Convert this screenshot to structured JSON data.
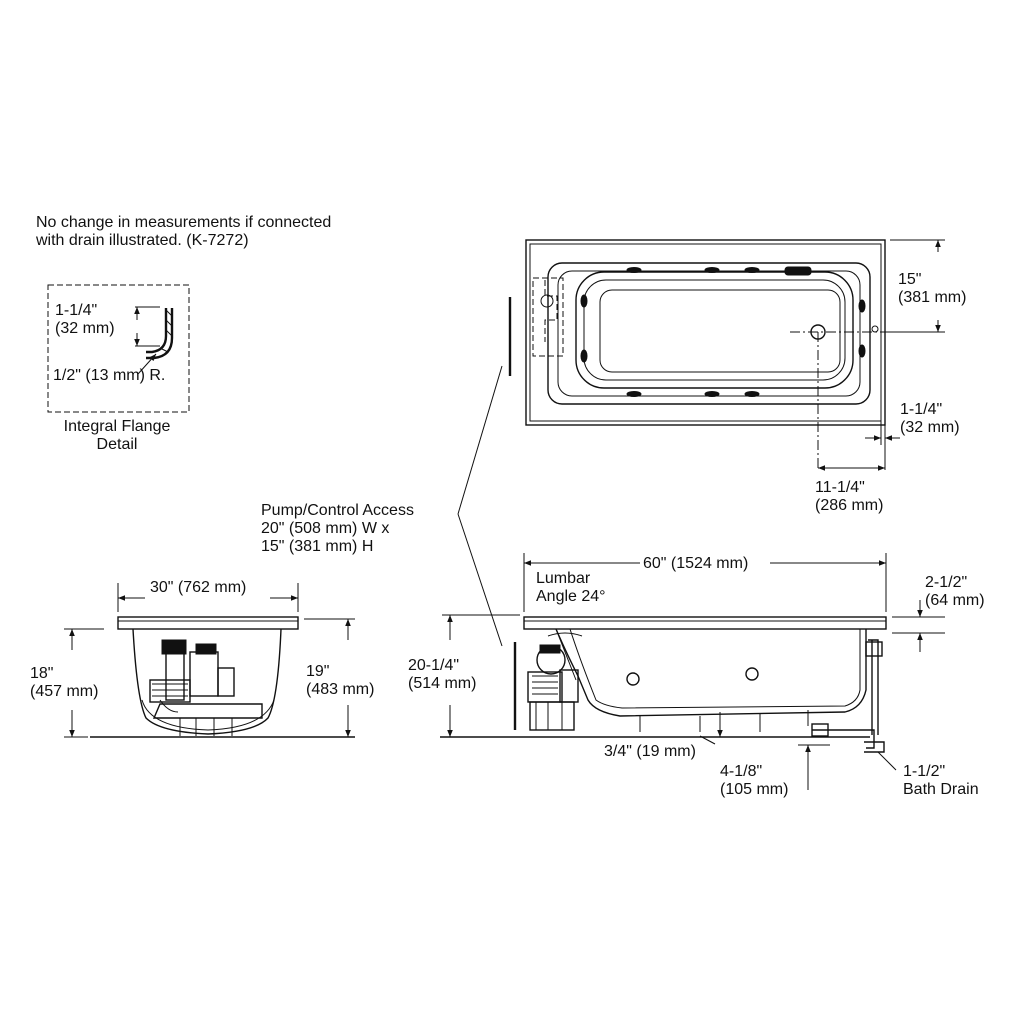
{
  "notes": {
    "line1": "No change in measurements if connected",
    "line2": "with drain illustrated. (K-7272)"
  },
  "flange_detail": {
    "dim1_in": "1-1/4\"",
    "dim1_mm": "(32 mm)",
    "radius": "1/2\" (13 mm) R.",
    "caption1": "Integral Flange",
    "caption2": "Detail"
  },
  "pump_access": {
    "line1": "Pump/Control Access",
    "line2": "20\" (508 mm) W x",
    "line3": "15\" (381 mm) H"
  },
  "top_view": {
    "depth_in": "15\"",
    "depth_mm": "(381 mm)",
    "edge_in": "1-1/4\"",
    "edge_mm": "(32 mm)",
    "drain_in": "11-1/4\"",
    "drain_mm": "(286 mm)"
  },
  "end_view": {
    "width": "30\" (762 mm)",
    "h_left_in": "18\"",
    "h_left_mm": "(457 mm)",
    "h_right_in": "19\"",
    "h_right_mm": "(483 mm)"
  },
  "side_view": {
    "length": "60\" (1524 mm)",
    "lumbar1": "Lumbar",
    "lumbar2": "Angle 24°",
    "rim_in": "2-1/2\"",
    "rim_mm": "(64 mm)",
    "height_in": "20-1/4\"",
    "height_mm": "(514 mm)",
    "toe": "3/4\" (19 mm)",
    "drain_h_in": "4-1/8\"",
    "drain_h_mm": "(105 mm)",
    "bath_drain1": "1-1/2\"",
    "bath_drain2": "Bath Drain"
  }
}
